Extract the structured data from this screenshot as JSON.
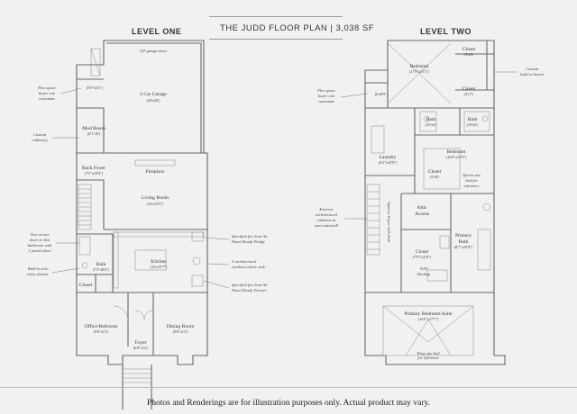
{
  "header": {
    "title": "THE JUDD FLOOR PLAN | 3,038 SF",
    "level_one": "LEVEL ONE",
    "level_two": "LEVEL TWO"
  },
  "footer": "Photos and Renderings are for illustration purposes only. Actual product may vary.",
  "level_one": {
    "garage_door": "(18' garage door)",
    "storage_dim": "(9'3\"x6'3\")",
    "garage": "2 Car Garage",
    "garage_dim": "(20'x24')",
    "mud_room": "Mud Room",
    "mud_room_dim": "(6'3\"x8')",
    "back_foyer": "Back Foyer",
    "back_foyer_dim": "(7'2\"x18'4\")",
    "fireplace": "Fireplace",
    "living": "Living Room",
    "living_dim": "(16'x15'5\")",
    "kitchen": "Kitchen",
    "kitchen_dim": "(16'x19'7\")",
    "bath": "Bath",
    "bath_dim": "(7'2\"x8'6\")",
    "closet": "Closet",
    "office": "Office/Bedroom",
    "office_dim": "(9'6\"x13')",
    "foyer": "Foyer",
    "foyer_dim": "(6'8\"x12')",
    "dining": "Dining Room",
    "dining_dim": "(9'6\"x13')"
  },
  "level_one_notes": {
    "flex_space": [
      "Flex space",
      "buyer can",
      "customize"
    ],
    "custom_cabinetry": [
      "Custom",
      "cabinetry"
    ],
    "two_access_doors": [
      "Two access",
      "doors to this",
      "bathroom with",
      "1 pocket door"
    ],
    "walk_in_shower": [
      "Walk-in zero",
      "entry shower"
    ],
    "fridge": [
      "Specified for Jenn Air",
      "Panel Ready Fridge"
    ],
    "windows": [
      "3 architectural",
      "windows above sink"
    ],
    "freezer": [
      "Specified for Jenn Air",
      "Panel Ready Freezer"
    ]
  },
  "level_two": {
    "closet_top": "Closet",
    "closet_top_dim": "(5'x5')",
    "bedroom_top": "Bedroom",
    "bedroom_top_dim": "(17'9\"x15'3\")",
    "closet_mid": "Closet",
    "closet_mid_dim": "(5'x7')",
    "flex_dim": "(6'x8'9\")",
    "bath_a": "Bath",
    "bath_a_dim": "(10'x6')",
    "bath_b": "Bath",
    "bath_b_dim": "(10'x6')",
    "laundry": "Laundry",
    "laundry_dim": "(6'2\"x10'9\")",
    "bedroom_mid": "Bedroom",
    "bedroom_mid_dim": "(10'6\"x13'9\")",
    "closet_c": "Closet",
    "closet_c_dim": "(5'x8')",
    "queen_note": [
      "Queen size",
      "bed for",
      "reference"
    ],
    "attic": "Attic",
    "access": "Access",
    "stair_note": "Open to Foyer with Stair",
    "closet_d": "Closet",
    "closet_d_dim": "(7'9\"x12'6\")",
    "primary_bath": "Primary",
    "primary_bath2": "Bath",
    "primary_bath_dim": "(8'7\"x10'9\")",
    "wd": "W/D",
    "hookup": "Hookup",
    "suite": "Primary Bedroom Suite",
    "suite_dim": "(16'6\"x17'7\")",
    "king_note": [
      "King size bed",
      "for reference"
    ]
  },
  "level_two_notes": {
    "custom_built_in": [
      "Custom",
      "built-in bench"
    ],
    "flex_space": [
      "Flex space",
      "buyer can",
      "customize"
    ],
    "exterior_windows": [
      "Exterior",
      "architectural",
      "windows in",
      "open stairwell"
    ]
  }
}
